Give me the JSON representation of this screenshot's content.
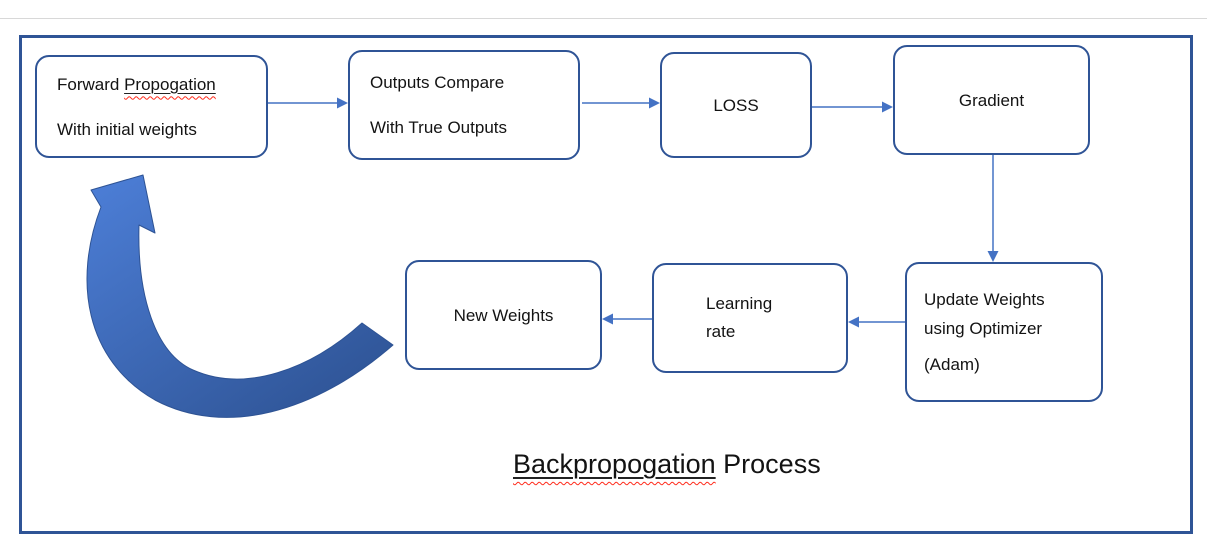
{
  "title": {
    "word": "Backpropogation",
    "rest": " Process"
  },
  "boxes": {
    "forward": {
      "line1_pre": "Forward ",
      "line1_word": "Propogation",
      "line2": "With initial weights"
    },
    "outputs": {
      "line1": "Outputs Compare",
      "line2": "With True Outputs"
    },
    "loss": {
      "label": "LOSS"
    },
    "gradient": {
      "label": "Gradient"
    },
    "update": {
      "line1": "Update Weights using Optimizer",
      "line2": "(Adam)"
    },
    "learning": {
      "line1": "Learning",
      "line2": "rate"
    },
    "new_weights": {
      "label": "New Weights"
    }
  },
  "colors": {
    "box_border": "#2f5496",
    "connector_arrow": "#4472c4",
    "curved_arrow_light": "#4d7fd8",
    "curved_arrow_dark": "#2e5394",
    "spellcheck_squiggle": "#ff2a1a",
    "top_rule": "#d8d8d8",
    "text": "#131313"
  }
}
